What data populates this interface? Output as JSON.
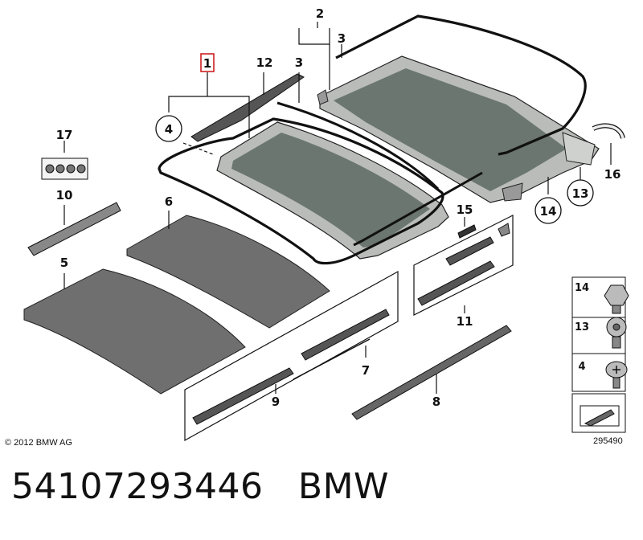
{
  "callouts": {
    "c1": "1",
    "c2": "2",
    "c3a": "3",
    "c3b": "3",
    "c4": "4",
    "c5": "5",
    "c6": "6",
    "c7": "7",
    "c8": "8",
    "c9": "9",
    "c10": "10",
    "c11": "11",
    "c12": "12",
    "c13": "13",
    "c14": "14",
    "c15": "15",
    "c16": "16",
    "c17": "17"
  },
  "legend": {
    "l14": "14",
    "l13": "13",
    "l4": "4"
  },
  "copyright": "© 2012 BMW AG",
  "drawing_number": "295490",
  "footer": {
    "part_number": "54107293446",
    "brand": "BMW"
  },
  "colors": {
    "highlight": "#cc1111",
    "glass": "#6b7670",
    "frame": "#b9bcb9"
  }
}
